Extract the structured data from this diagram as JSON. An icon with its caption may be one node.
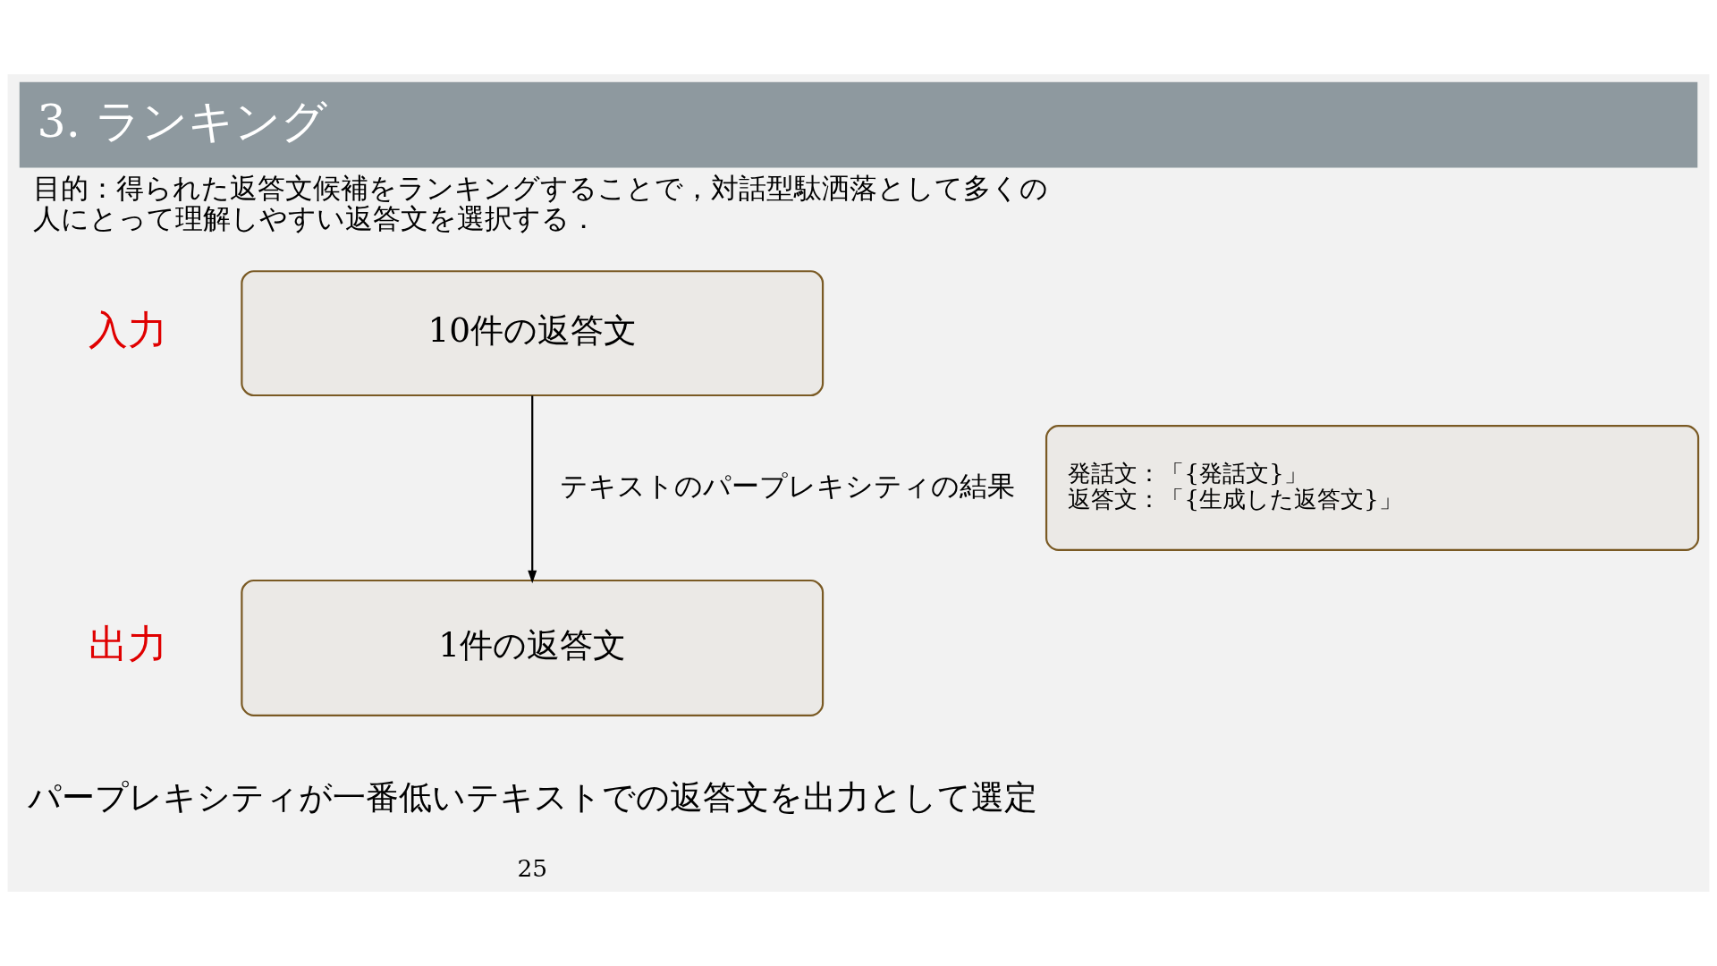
{
  "diagram": {
    "title": "3. ランキング",
    "nodes": [
      {
        "text": [
          "10件の返答文"
        ],
        "beside": [
          "入力"
        ]
      },
      {
        "text": [
          "1件の返答文"
        ],
        "beside": [
          "出力"
        ]
      },
      {
        "text": [
          "発話文：「{発話文}」",
          "返答文：「{生成した返答文}」"
        ]
      }
    ],
    "edges": [
      {
        "from": 0,
        "to": 1,
        "arrow": "to",
        "label": "テキストのパープレキシティの結果"
      }
    ],
    "labels": [
      "目的：得られた返答文候補をランキングすることで，対話型駄洒落として多くの人にとって理解しやすい返答文を選択する．",
      "パープレキシティが一番低いテキストでの返答文を出力として選定",
      "25"
    ]
  }
}
